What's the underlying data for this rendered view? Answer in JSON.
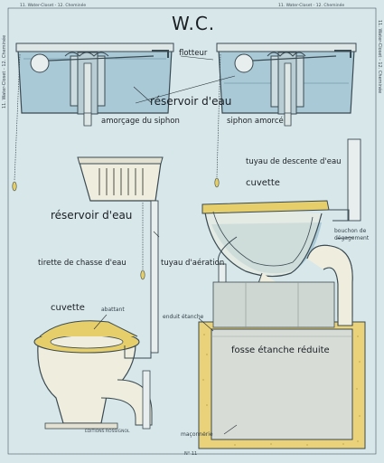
{
  "title": "W.C.",
  "border_text": {
    "plate_top_left": "11. Water-Closet - 12. Cheminée",
    "plate_top_right": "11. Water-Closet - 12. Cheminée",
    "side_left": "11. Water-Closet - 12. Cheminée",
    "side_right": "11. Water-Closet - 12. Cheminée",
    "publisher": "EDITIONS ROSSIGNOL",
    "plate_number": "N° 11"
  },
  "labels": {
    "flotteur": "flotteur",
    "reservoir_top": "réservoir d'eau",
    "amorcage": "amorçage du siphon",
    "siphon_amorce": "siphon amorcé",
    "tuyau_descente": "tuyau de descente d'eau",
    "cuvette_right": "cuvette",
    "reservoir_mid": "réservoir d'eau",
    "bouchon": "bouchon de",
    "degagement": "dégagement",
    "tirette": "tirette de chasse d'eau",
    "tuyau_aeration": "tuyau d'aération",
    "cuvette_left": "cuvette",
    "abattant": "abattant",
    "enduit": "enduit étanche",
    "fosse": "fosse étanche réduite",
    "maconnerie": "maçonnerie"
  },
  "colors": {
    "background": "#d8e7ea",
    "water": "#a9c9d6",
    "porcelain": "#efedde",
    "masonry": "#ead27a",
    "fosse": "#d7dcd7",
    "seat": "#e6cf6a"
  }
}
